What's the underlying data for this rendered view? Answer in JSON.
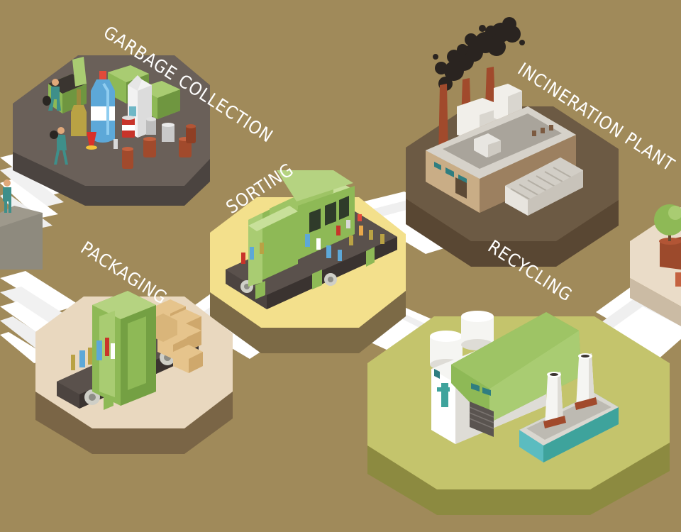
{
  "colors": {
    "background": "#a08a5a",
    "platform_gray": "#6a6059",
    "platform_brown": "#6c5a44",
    "platform_yellow": "#f3e08c",
    "platform_beige": "#e9d8bf",
    "platform_green": "#c4c46c",
    "accent_green": "#8eb956",
    "stairs": "#ffffff"
  },
  "labels": {
    "garbage_collection": "GARBAGE COLLECTION",
    "incineration_plant": "INCINERATION PLANT",
    "sorting": "SORTING",
    "packaging": "PACKAGING",
    "recycling": "RECYCLING"
  }
}
